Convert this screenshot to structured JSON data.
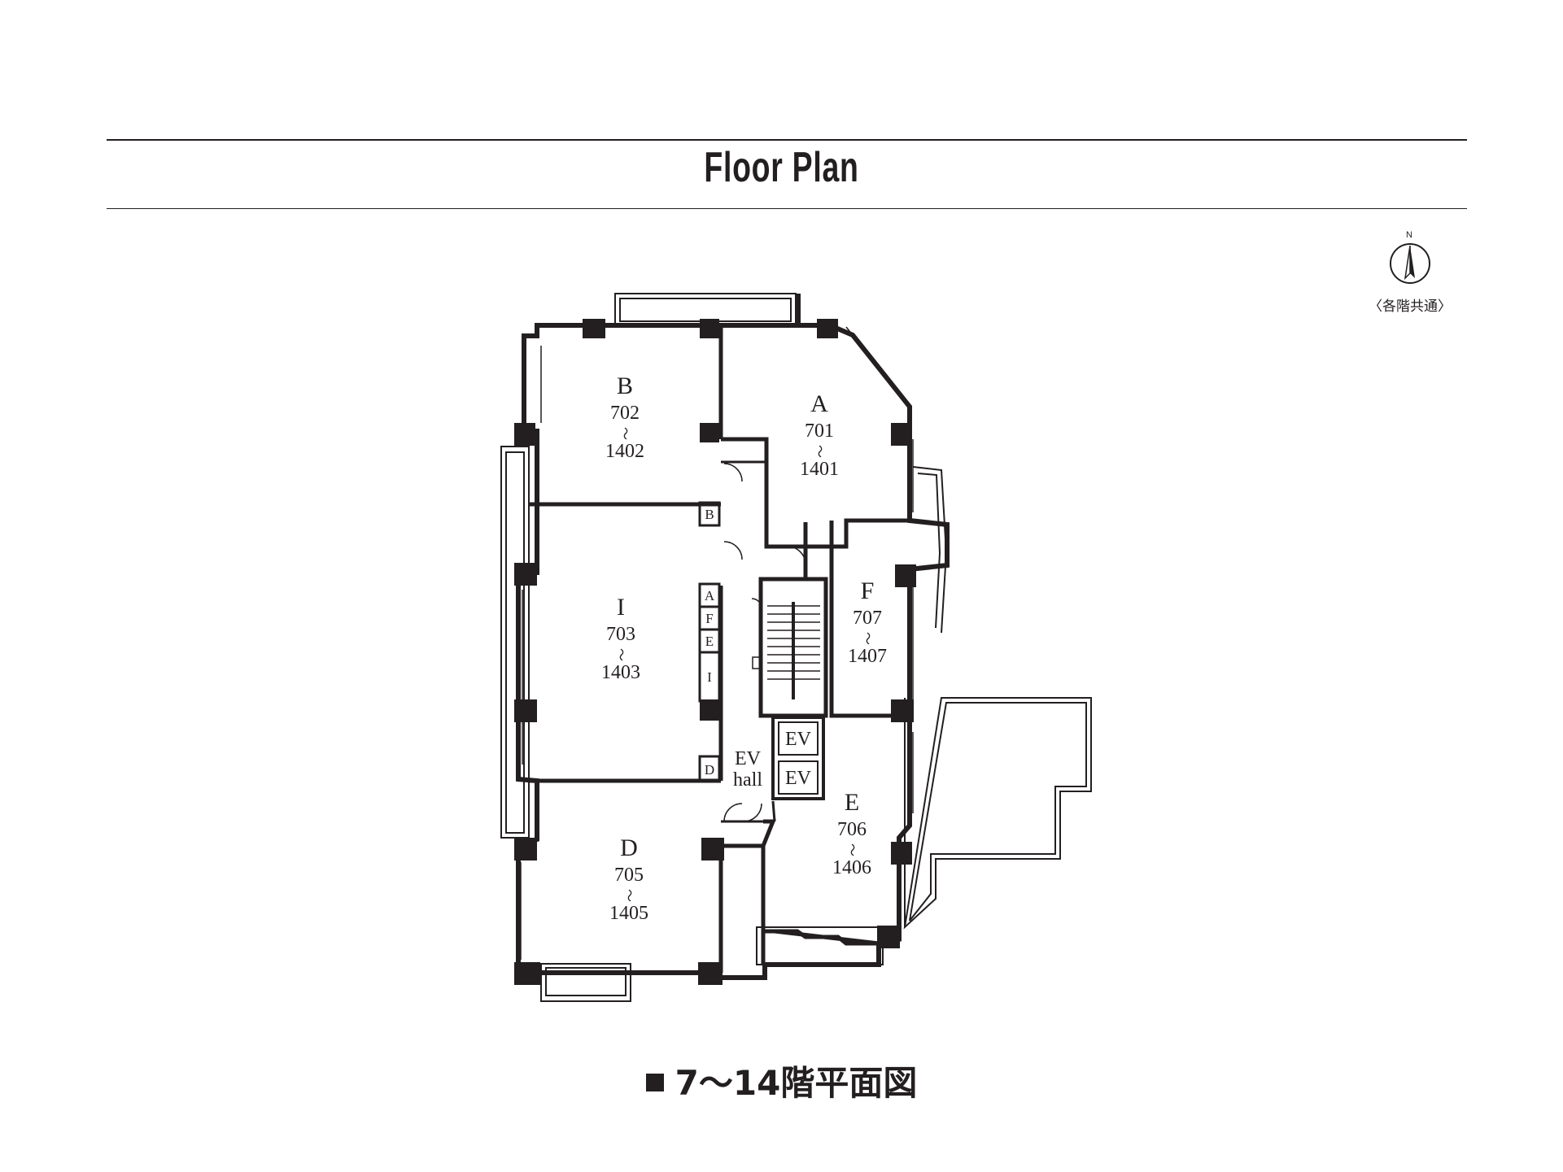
{
  "title": "Floor Plan",
  "caption": "7〜14階平面図",
  "compass": {
    "north_letter": "N",
    "label": "〈各階共通〉"
  },
  "units": [
    {
      "letter": "B",
      "from": "702",
      "sep": "〜",
      "to": "1402"
    },
    {
      "letter": "A",
      "from": "701",
      "sep": "〜",
      "to": "1401"
    },
    {
      "letter": "I",
      "from": "703",
      "sep": "〜",
      "to": "1403"
    },
    {
      "letter": "F",
      "from": "707",
      "sep": "〜",
      "to": "1407"
    },
    {
      "letter": "D",
      "from": "705",
      "sep": "〜",
      "to": "1405"
    },
    {
      "letter": "E",
      "from": "706",
      "sep": "〜",
      "to": "1406"
    }
  ],
  "shafts": [
    "B",
    "A",
    "F",
    "E",
    "I",
    "D"
  ],
  "elevators": [
    "EV",
    "EV"
  ],
  "ev_hall": {
    "line1": "EV",
    "line2": "hall"
  }
}
